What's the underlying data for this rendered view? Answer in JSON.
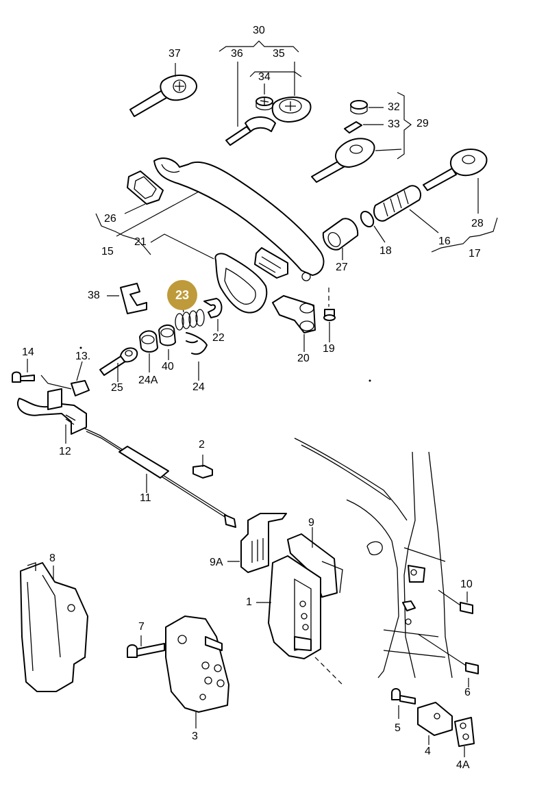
{
  "highlight": {
    "label": "23",
    "color": "#bf9a3a"
  },
  "labels": {
    "l30": "30",
    "l36": "36",
    "l35": "35",
    "l34": "34",
    "l37": "37",
    "l32": "32",
    "l33": "33",
    "l29": "29",
    "l26": "26",
    "l15": "15",
    "l21": "21",
    "l27": "27",
    "l18": "18",
    "l16": "16",
    "l28": "28",
    "l17": "17",
    "l38": "38",
    "l22": "22",
    "l19": "19",
    "l20": "20",
    "l14": "14",
    "l13": "13.",
    "l25": "25",
    "l24a": "24A",
    "l40": "40",
    "l24": "24",
    "l12": "12",
    "l2": "2",
    "l11": "11",
    "l9": "9",
    "l9a": "9A",
    "l8": "8",
    "l1": "1",
    "l7": "7",
    "l3": "3",
    "l10": "10",
    "l6": "6",
    "l5": "5",
    "l4": "4",
    "l4a": "4A"
  }
}
